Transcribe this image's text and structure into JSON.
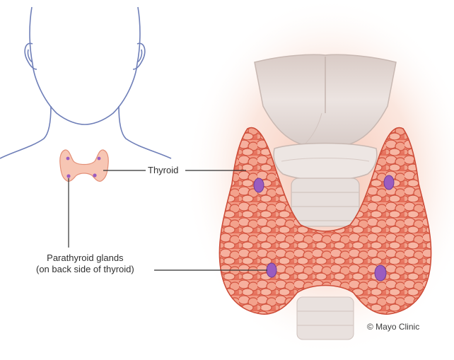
{
  "labels": {
    "thyroid": "Thyroid",
    "parathyroid_line1": "Parathyroid glands",
    "parathyroid_line2": "(on back side of thyroid)"
  },
  "credit": "© Mayo Clinic",
  "colors": {
    "outline": "#6f7fb8",
    "small_thyroid_fill": "#f7c6b4",
    "parathyroid": "#9a5cc0",
    "thyroid_tissue": "#e8735c",
    "cartilage": "#e6dcd8",
    "leader_line": "#2f2f2f"
  }
}
